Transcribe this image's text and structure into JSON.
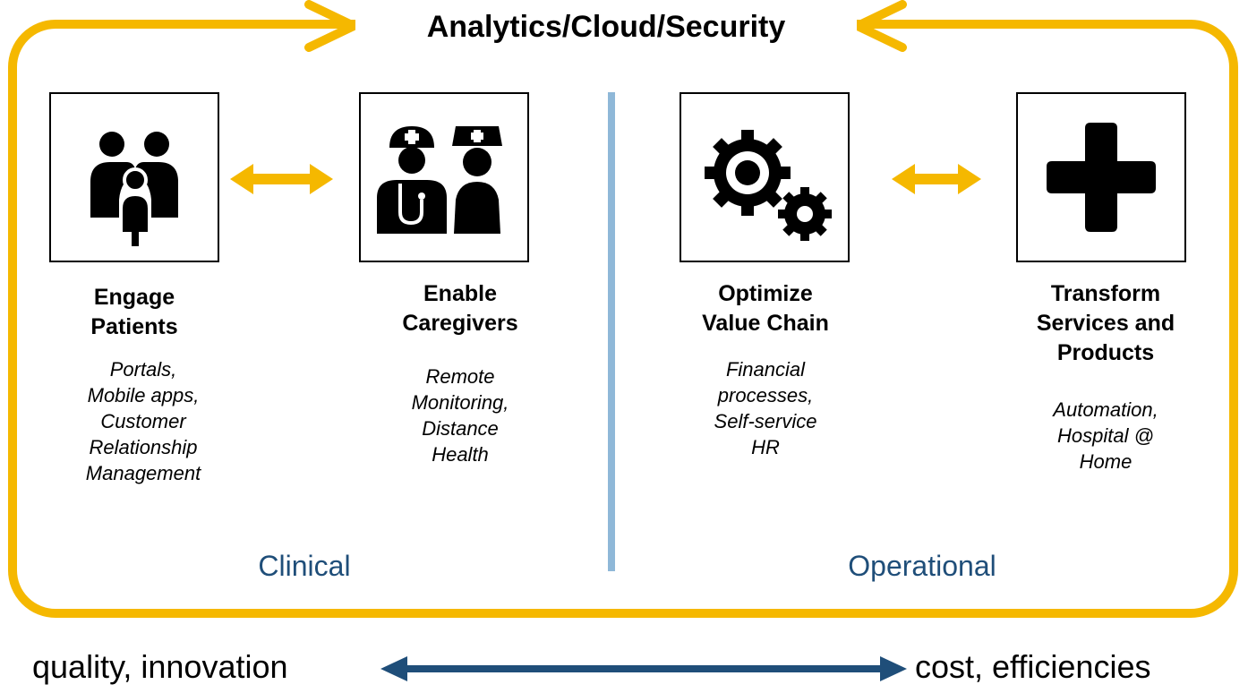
{
  "title": "Analytics/Cloud/Security",
  "sections": {
    "clinical": "Clinical",
    "operational": "Operational"
  },
  "columns": [
    {
      "icon": "family-icon",
      "heading": "Engage\nPatients",
      "detail": "Portals,\nMobile apps,\nCustomer\nRelationship\nManagement"
    },
    {
      "icon": "caregivers-icon",
      "heading": "Enable\nCaregivers",
      "detail": "Remote\nMonitoring,\nDistance\nHealth"
    },
    {
      "icon": "gears-icon",
      "heading": "Optimize\nValue Chain",
      "detail": "Financial\nprocesses,\nSelf-service\nHR"
    },
    {
      "icon": "medical-cross-icon",
      "heading": "Transform\nServices and\nProducts",
      "detail": "Automation,\nHospital @\nHome"
    }
  ],
  "footer": {
    "left": "quality, innovation",
    "right": "cost, efficiencies"
  },
  "colors": {
    "frame": "#f5b800",
    "divider": "#8fb8d8",
    "section_text": "#1f4e79",
    "footer_arrow": "#1f4e79"
  }
}
